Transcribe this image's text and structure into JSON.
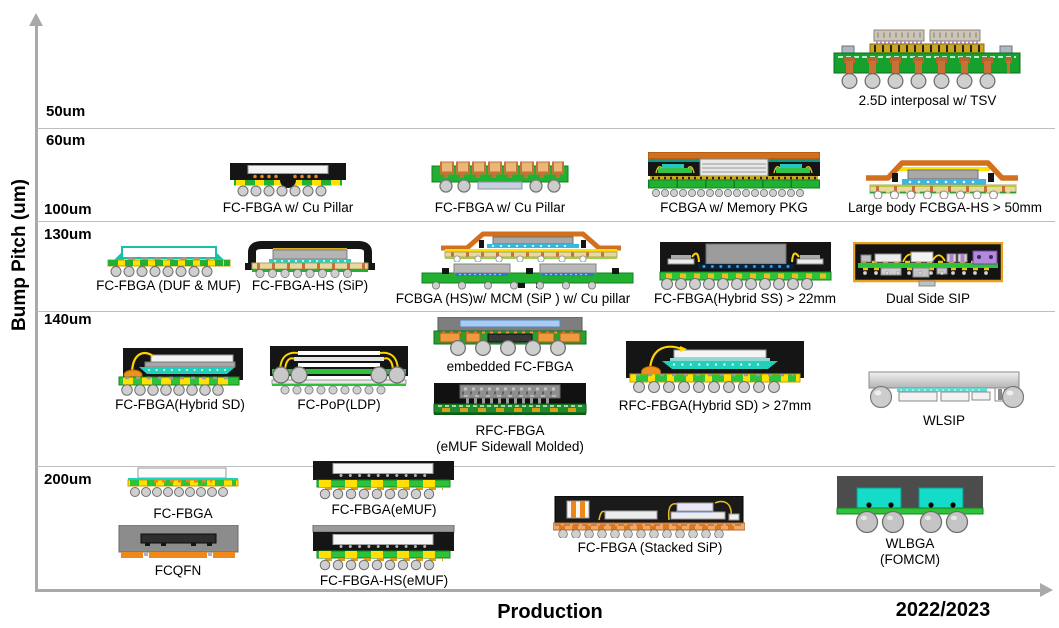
{
  "y_axis": {
    "label": "Bump Pitch (um)"
  },
  "x_axis": {
    "production": "Production",
    "period": "2022/2023"
  },
  "pitch_labels": {
    "p50": "50um",
    "p60": "60um",
    "p100": "100um",
    "p130": "130um",
    "p140": "140um",
    "p200": "200um"
  },
  "packages": {
    "interposer_2_5d": "2.5D interposal w/ TSV",
    "fc_fbga_cu_pillar_1": "FC-FBGA w/ Cu Pillar",
    "fc_fbga_cu_pillar_2": "FC-FBGA w/ Cu Pillar",
    "fcbga_memory": "FCBGA w/ Memory PKG",
    "large_body": "Large body FCBGA-HS > 50mm",
    "duf_muf": "FC-FBGA (DUF & MUF)",
    "hs_sip": "FC-FBGA-HS (SiP)",
    "mcm": "FCBGA (HS)w/ MCM (SiP ) w/ Cu pillar",
    "hybrid_ss": "FC-FBGA(Hybrid SS) > 22mm",
    "dual_side_sip": "Dual Side SIP",
    "hybrid_sd": "FC-FBGA(Hybrid SD)",
    "fc_pop": "FC-PoP(LDP)",
    "embedded": "embedded FC-FBGA",
    "rfc_emuf": "RFC-FBGA\n(eMUF Sidewall Molded)",
    "rfc_hybrid_sd": "RFC-FBGA(Hybrid SD) > 27mm",
    "wlsip": "WLSIP",
    "fc_fbga": "FC-FBGA",
    "fcqfn": "FCQFN",
    "fc_fbga_emuf": "FC-FBGA(eMUF)",
    "fc_fbga_hs_emuf": "FC-FBGA-HS(eMUF)",
    "stacked_sip": "FC-FBGA (Stacked SiP)",
    "wlbga": "WLBGA\n(FOMCM)"
  },
  "palette": {
    "substrate_green": "#2cc23a",
    "board_green": "#22b033",
    "mold_black": "#151515",
    "lid_orange": "#d2701e",
    "copper": "#c87137",
    "bump_orange": "#ef8818",
    "solder_gray": "#c8c8c8",
    "underfill_teal": "#20d0b8",
    "wire_gold": "#ffd400",
    "pad_yellow": "#ffe000",
    "component_purple": "#b488dc",
    "axis_gray": "#a9a9a9"
  }
}
